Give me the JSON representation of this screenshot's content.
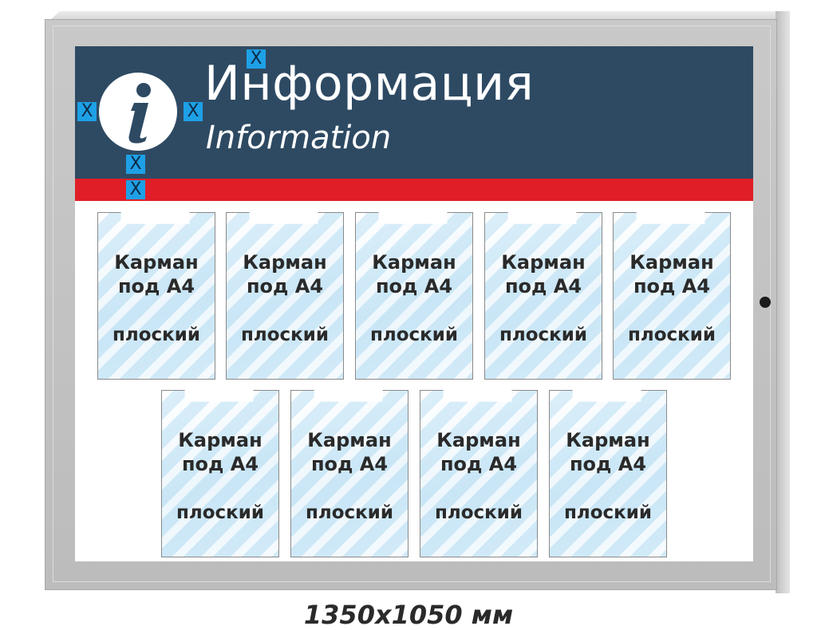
{
  "header": {
    "title_ru": "Информация",
    "title_en": "Information",
    "icon": "info-icon",
    "marker": "X"
  },
  "pockets": [
    {
      "line1": "Карман",
      "line2": "под А4",
      "line3": "плоский"
    },
    {
      "line1": "Карман",
      "line2": "под А4",
      "line3": "плоский"
    },
    {
      "line1": "Карман",
      "line2": "под А4",
      "line3": "плоский"
    },
    {
      "line1": "Карман",
      "line2": "под А4",
      "line3": "плоский"
    },
    {
      "line1": "Карман",
      "line2": "под А4",
      "line3": "плоский"
    },
    {
      "line1": "Карман",
      "line2": "под А4",
      "line3": "плоский"
    },
    {
      "line1": "Карман",
      "line2": "под А4",
      "line3": "плоский"
    },
    {
      "line1": "Карман",
      "line2": "под А4",
      "line3": "плоский"
    },
    {
      "line1": "Карман",
      "line2": "под А4",
      "line3": "плоский"
    }
  ],
  "size_label": "1350x1050 мм",
  "colors": {
    "header": "#2e4a63",
    "stripe": "#e01e27",
    "marker": "#1ea0e6",
    "frame": "#c4c4c4"
  }
}
